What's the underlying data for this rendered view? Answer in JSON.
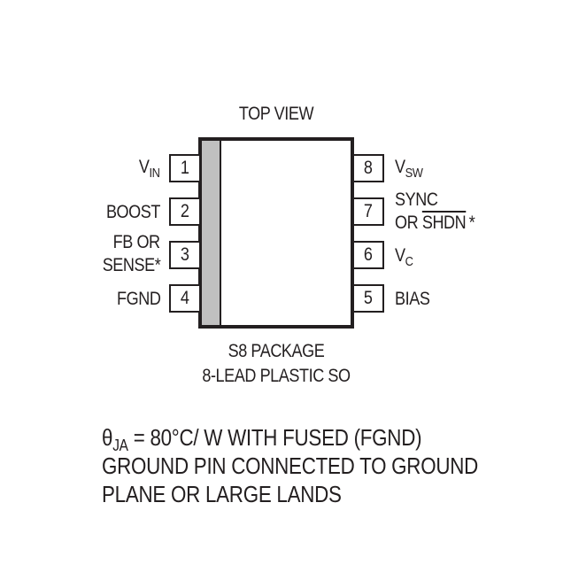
{
  "diagram": {
    "title": "TOP VIEW",
    "package": {
      "name": "S8 PACKAGE",
      "description": "8-LEAD PLASTIC SO",
      "pin1_marker_color": "#c0c0c0",
      "outline_color": "#231f20"
    },
    "pins_left": [
      {
        "number": "1",
        "label_main": "V",
        "label_sub": "IN"
      },
      {
        "number": "2",
        "label_main": "BOOST",
        "label_sub": ""
      },
      {
        "number": "3",
        "label_line1": "FB OR",
        "label_line2": "SENSE*"
      },
      {
        "number": "4",
        "label_main": "FGND",
        "label_sub": ""
      }
    ],
    "pins_right": [
      {
        "number": "8",
        "label_main": "V",
        "label_sub": "SW"
      },
      {
        "number": "7",
        "label_line1": "SYNC",
        "label_line2_prefix": "OR ",
        "label_line2_overline": "SHDN",
        "label_line2_suffix": "*"
      },
      {
        "number": "6",
        "label_main": "V",
        "label_sub": "C"
      },
      {
        "number": "5",
        "label_main": "BIAS",
        "label_sub": ""
      }
    ],
    "note": {
      "symbol": "θ",
      "symbol_sub": "JA",
      "line1_rest": " =  80°C/ W WITH FUSED (FGND)",
      "line2": "GROUND PIN CONNECTED TO GROUND",
      "line3": "PLANE OR LARGE LANDS"
    }
  }
}
